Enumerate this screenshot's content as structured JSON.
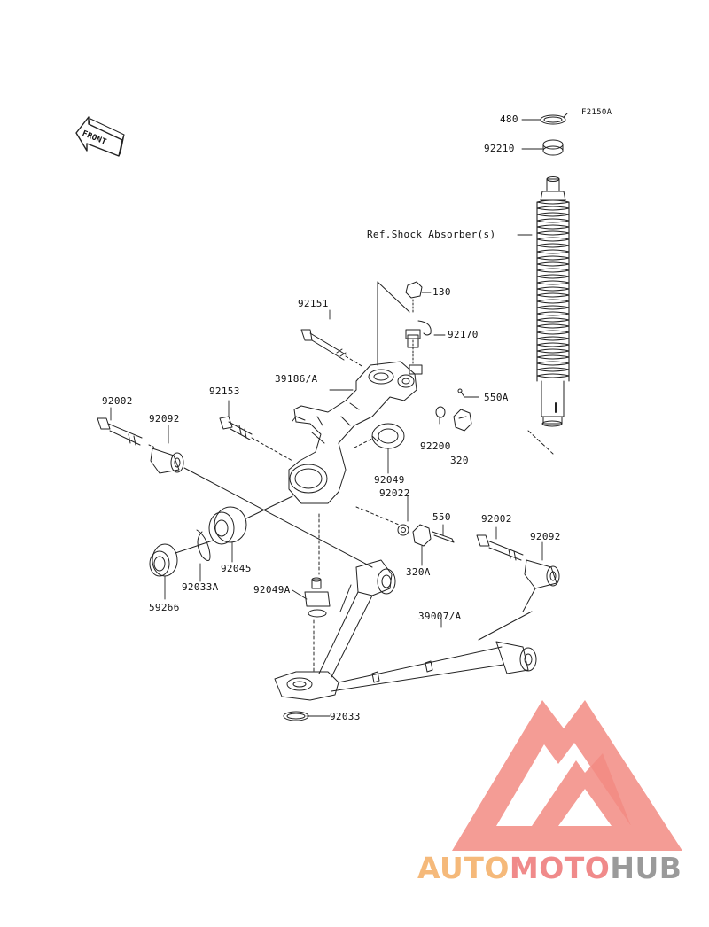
{
  "diagram": {
    "code": "F2150A",
    "front_label": "FRONT",
    "ref_label": "Ref.Shock Absorber(s)",
    "callouts": [
      {
        "id": "480",
        "text": "480"
      },
      {
        "id": "92210",
        "text": "92210"
      },
      {
        "id": "130",
        "text": "130"
      },
      {
        "id": "92151",
        "text": "92151"
      },
      {
        "id": "92170",
        "text": "92170"
      },
      {
        "id": "39186a",
        "text": "39186/A"
      },
      {
        "id": "550a",
        "text": "550A"
      },
      {
        "id": "92153",
        "text": "92153"
      },
      {
        "id": "92002-left",
        "text": "92002"
      },
      {
        "id": "92092-left",
        "text": "92092"
      },
      {
        "id": "92200",
        "text": "92200"
      },
      {
        "id": "320",
        "text": "320"
      },
      {
        "id": "92049",
        "text": "92049"
      },
      {
        "id": "92022",
        "text": "92022"
      },
      {
        "id": "550",
        "text": "550"
      },
      {
        "id": "92002-right",
        "text": "92002"
      },
      {
        "id": "92092-right",
        "text": "92092"
      },
      {
        "id": "92045",
        "text": "92045"
      },
      {
        "id": "320a",
        "text": "320A"
      },
      {
        "id": "92033a",
        "text": "92033A"
      },
      {
        "id": "92049a",
        "text": "92049A"
      },
      {
        "id": "59266",
        "text": "59266"
      },
      {
        "id": "39007a",
        "text": "39007/A"
      },
      {
        "id": "92033",
        "text": "92033"
      }
    ]
  },
  "watermark": {
    "part1": "AUTO",
    "part2": "MOTO",
    "part3": "HUB",
    "color1": "#f5b97a",
    "color2": "#f08a8a",
    "color3": "#9a9a9a",
    "logo_color": "#f28b82"
  }
}
